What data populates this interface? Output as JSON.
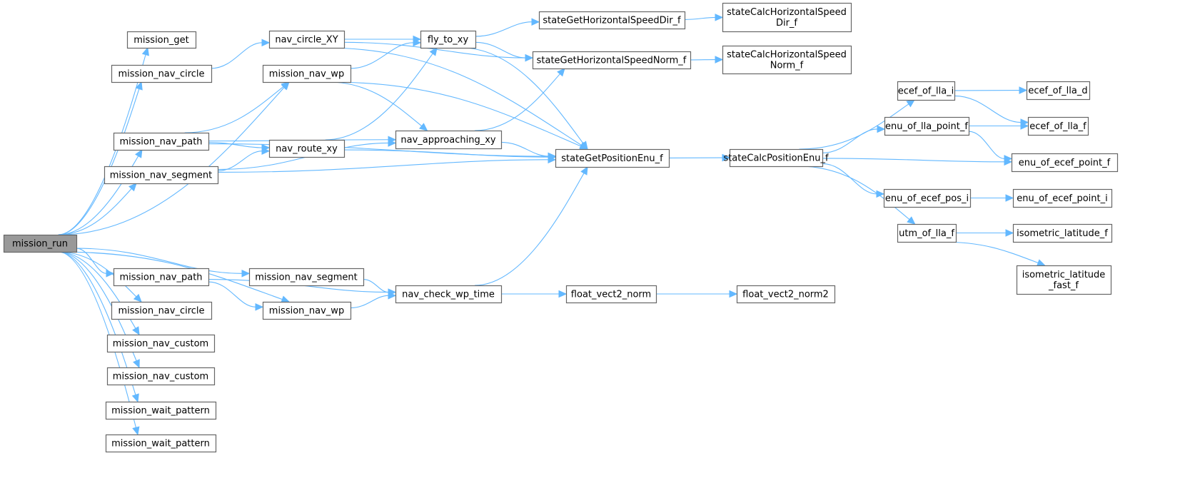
{
  "diagram": {
    "type": "call-graph",
    "root": "mission_run",
    "colors": {
      "edge": "#63b8ff",
      "root_fill": "#999999",
      "node_fill": "#ffffff",
      "node_border": "#666666"
    },
    "nodes": [
      {
        "id": "mission_run",
        "label": [
          "mission_run"
        ],
        "root": true
      },
      {
        "id": "mission_get",
        "label": [
          "mission_get"
        ]
      },
      {
        "id": "mission_nav_circle_1",
        "label": [
          "mission_nav_circle"
        ]
      },
      {
        "id": "mission_nav_path_1",
        "label": [
          "mission_nav_path"
        ]
      },
      {
        "id": "mission_nav_segment_1",
        "label": [
          "mission_nav_segment"
        ]
      },
      {
        "id": "mission_nav_path_2",
        "label": [
          "mission_nav_path"
        ]
      },
      {
        "id": "mission_nav_circle_2",
        "label": [
          "mission_nav_circle"
        ]
      },
      {
        "id": "mission_nav_custom_1",
        "label": [
          "mission_nav_custom"
        ]
      },
      {
        "id": "mission_nav_custom_2",
        "label": [
          "mission_nav_custom"
        ]
      },
      {
        "id": "mission_wait_pattern_1",
        "label": [
          "mission_wait_pattern"
        ]
      },
      {
        "id": "mission_wait_pattern_2",
        "label": [
          "mission_wait_pattern"
        ]
      },
      {
        "id": "nav_circle_XY",
        "label": [
          "nav_circle_XY"
        ]
      },
      {
        "id": "mission_nav_wp_1",
        "label": [
          "mission_nav_wp"
        ]
      },
      {
        "id": "nav_route_xy",
        "label": [
          "nav_route_xy"
        ]
      },
      {
        "id": "mission_nav_segment_2",
        "label": [
          "mission_nav_segment"
        ]
      },
      {
        "id": "mission_nav_wp_2",
        "label": [
          "mission_nav_wp"
        ]
      },
      {
        "id": "fly_to_xy",
        "label": [
          "fly_to_xy"
        ]
      },
      {
        "id": "nav_approaching_xy",
        "label": [
          "nav_approaching_xy"
        ]
      },
      {
        "id": "nav_check_wp_time",
        "label": [
          "nav_check_wp_time"
        ]
      },
      {
        "id": "stateGetHorizontalSpeedDir_f",
        "label": [
          "stateGetHorizontalSpeedDir_f"
        ]
      },
      {
        "id": "stateGetHorizontalSpeedNorm_f",
        "label": [
          "stateGetHorizontalSpeedNorm_f"
        ]
      },
      {
        "id": "stateGetPositionEnu_f",
        "label": [
          "stateGetPositionEnu_f"
        ]
      },
      {
        "id": "float_vect2_norm",
        "label": [
          "float_vect2_norm"
        ]
      },
      {
        "id": "stateCalcHorizontalSpeedDir_f",
        "label": [
          "stateCalcHorizontalSpeed",
          "Dir_f"
        ]
      },
      {
        "id": "stateCalcHorizontalSpeedNorm_f",
        "label": [
          "stateCalcHorizontalSpeed",
          "Norm_f"
        ]
      },
      {
        "id": "stateCalcPositionEnu_f",
        "label": [
          "stateCalcPositionEnu_f"
        ]
      },
      {
        "id": "float_vect2_norm2",
        "label": [
          "float_vect2_norm2"
        ]
      },
      {
        "id": "ecef_of_lla_i",
        "label": [
          "ecef_of_lla_i"
        ]
      },
      {
        "id": "enu_of_lla_point_f",
        "label": [
          "enu_of_lla_point_f"
        ]
      },
      {
        "id": "enu_of_ecef_pos_i",
        "label": [
          "enu_of_ecef_pos_i"
        ]
      },
      {
        "id": "utm_of_lla_f",
        "label": [
          "utm_of_lla_f"
        ]
      },
      {
        "id": "ecef_of_lla_d",
        "label": [
          "ecef_of_lla_d"
        ]
      },
      {
        "id": "ecef_of_lla_f",
        "label": [
          "ecef_of_lla_f"
        ]
      },
      {
        "id": "enu_of_ecef_point_f",
        "label": [
          "enu_of_ecef_point_f"
        ]
      },
      {
        "id": "enu_of_ecef_point_i",
        "label": [
          "enu_of_ecef_point_i"
        ]
      },
      {
        "id": "isometric_latitude_f",
        "label": [
          "isometric_latitude_f"
        ]
      },
      {
        "id": "isometric_latitude_fast_f",
        "label": [
          "isometric_latitude",
          "_fast_f"
        ]
      }
    ],
    "edges": [
      [
        "mission_run",
        "mission_get"
      ],
      [
        "mission_run",
        "mission_nav_circle_1"
      ],
      [
        "mission_run",
        "mission_nav_wp_1"
      ],
      [
        "mission_run",
        "mission_nav_path_1"
      ],
      [
        "mission_run",
        "mission_nav_segment_1"
      ],
      [
        "mission_run",
        "mission_nav_segment_2"
      ],
      [
        "mission_run",
        "mission_nav_wp_2"
      ],
      [
        "mission_run",
        "mission_nav_path_2"
      ],
      [
        "mission_run",
        "mission_nav_circle_2"
      ],
      [
        "mission_run",
        "mission_nav_custom_1"
      ],
      [
        "mission_run",
        "mission_nav_custom_2"
      ],
      [
        "mission_run",
        "mission_wait_pattern_1"
      ],
      [
        "mission_run",
        "mission_wait_pattern_2"
      ],
      [
        "mission_nav_circle_1",
        "nav_circle_XY"
      ],
      [
        "mission_nav_path_1",
        "mission_nav_wp_1"
      ],
      [
        "mission_nav_path_1",
        "nav_route_xy"
      ],
      [
        "mission_nav_path_1",
        "nav_approaching_xy"
      ],
      [
        "mission_nav_path_1",
        "stateGetPositionEnu_f"
      ],
      [
        "mission_nav_segment_1",
        "nav_route_xy"
      ],
      [
        "mission_nav_segment_1",
        "nav_approaching_xy"
      ],
      [
        "mission_nav_segment_1",
        "stateGetPositionEnu_f"
      ],
      [
        "mission_nav_path_2",
        "mission_nav_wp_2"
      ],
      [
        "mission_nav_path_2",
        "nav_check_wp_time"
      ],
      [
        "nav_circle_XY",
        "fly_to_xy"
      ],
      [
        "nav_circle_XY",
        "stateGetHorizontalSpeedNorm_f"
      ],
      [
        "nav_circle_XY",
        "stateGetPositionEnu_f"
      ],
      [
        "mission_nav_wp_1",
        "fly_to_xy"
      ],
      [
        "mission_nav_wp_1",
        "nav_approaching_xy"
      ],
      [
        "mission_nav_wp_1",
        "stateGetPositionEnu_f"
      ],
      [
        "nav_route_xy",
        "fly_to_xy"
      ],
      [
        "nav_route_xy",
        "stateGetPositionEnu_f"
      ],
      [
        "mission_nav_segment_2",
        "nav_check_wp_time"
      ],
      [
        "mission_nav_wp_2",
        "nav_check_wp_time"
      ],
      [
        "fly_to_xy",
        "stateGetHorizontalSpeedDir_f"
      ],
      [
        "fly_to_xy",
        "stateGetHorizontalSpeedNorm_f"
      ],
      [
        "fly_to_xy",
        "stateGetPositionEnu_f"
      ],
      [
        "nav_approaching_xy",
        "stateGetHorizontalSpeedNorm_f"
      ],
      [
        "nav_approaching_xy",
        "stateGetPositionEnu_f"
      ],
      [
        "nav_check_wp_time",
        "stateGetPositionEnu_f"
      ],
      [
        "nav_check_wp_time",
        "float_vect2_norm"
      ],
      [
        "stateGetHorizontalSpeedDir_f",
        "stateCalcHorizontalSpeedDir_f"
      ],
      [
        "stateGetHorizontalSpeedNorm_f",
        "stateCalcHorizontalSpeedNorm_f"
      ],
      [
        "stateGetPositionEnu_f",
        "stateCalcPositionEnu_f"
      ],
      [
        "float_vect2_norm",
        "float_vect2_norm2"
      ],
      [
        "stateCalcPositionEnu_f",
        "ecef_of_lla_i"
      ],
      [
        "stateCalcPositionEnu_f",
        "enu_of_lla_point_f"
      ],
      [
        "stateCalcPositionEnu_f",
        "enu_of_ecef_point_f"
      ],
      [
        "stateCalcPositionEnu_f",
        "enu_of_ecef_pos_i"
      ],
      [
        "stateCalcPositionEnu_f",
        "utm_of_lla_f"
      ],
      [
        "ecef_of_lla_i",
        "ecef_of_lla_d"
      ],
      [
        "ecef_of_lla_i",
        "ecef_of_lla_f"
      ],
      [
        "enu_of_lla_point_f",
        "ecef_of_lla_f"
      ],
      [
        "enu_of_lla_point_f",
        "enu_of_ecef_point_f"
      ],
      [
        "enu_of_ecef_pos_i",
        "enu_of_ecef_point_i"
      ],
      [
        "utm_of_lla_f",
        "isometric_latitude_f"
      ],
      [
        "utm_of_lla_f",
        "isometric_latitude_fast_f"
      ]
    ]
  }
}
